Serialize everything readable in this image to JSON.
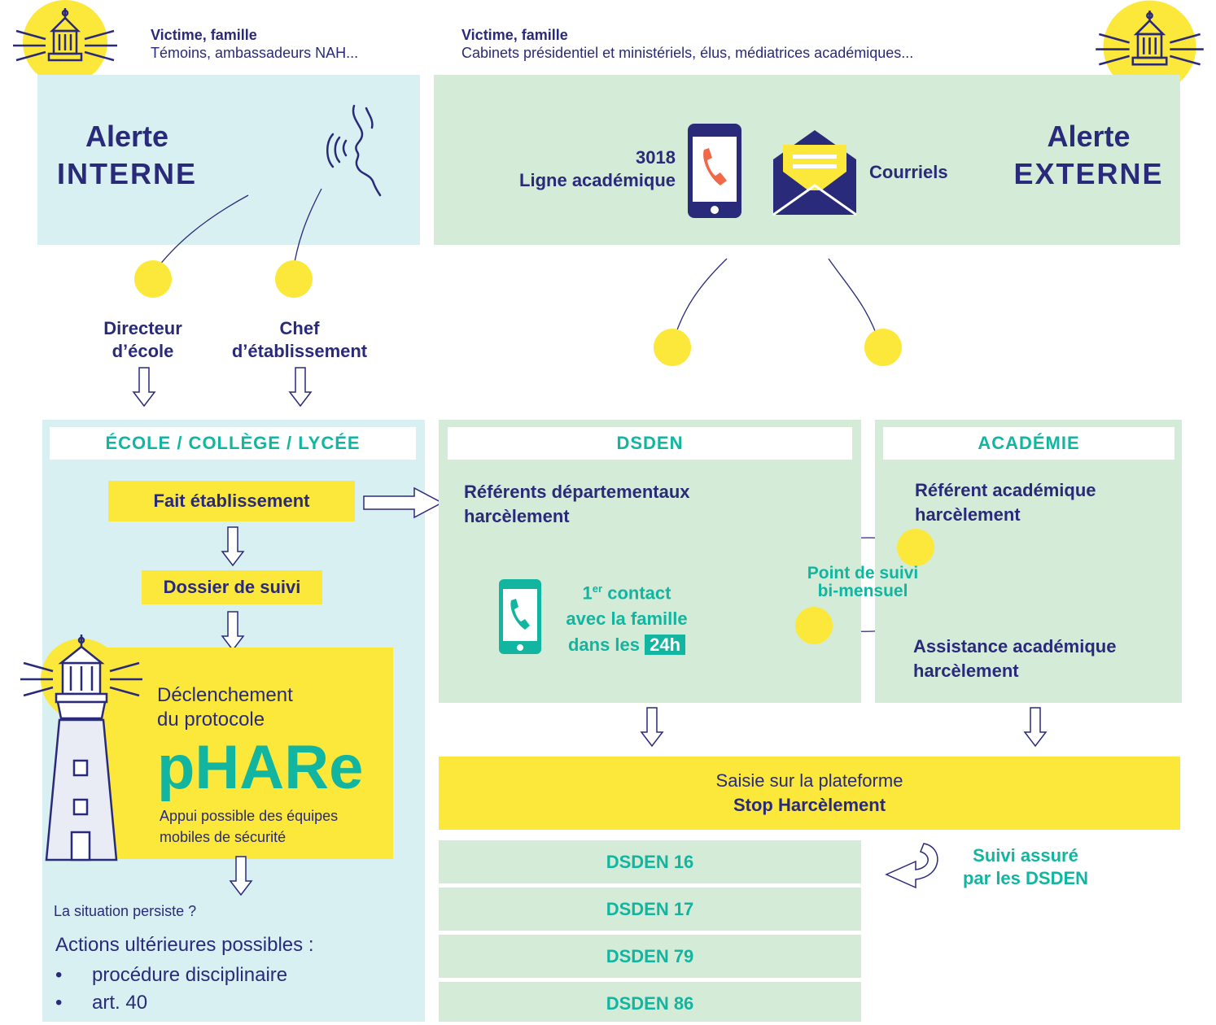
{
  "top_left": {
    "line1": "Victime, famille",
    "line2": "Témoins,  ambassadeurs NAH..."
  },
  "top_right": {
    "line1": "Victime, famille",
    "line2": "Cabinets présidentiel et ministériels, élus, médiatrices académiques..."
  },
  "alerte_interne": {
    "line1": "Alerte",
    "line2": "INTERNE"
  },
  "alerte_externe": {
    "line1": "Alerte",
    "line2": "EXTERNE"
  },
  "ext_phone": {
    "line1": "3018",
    "line2": "Ligne académique"
  },
  "ext_mail": "Courriels",
  "directeur": {
    "line1": "Directeur",
    "line2": "d’école"
  },
  "chef": {
    "line1": "Chef",
    "line2": "d’établissement"
  },
  "school": {
    "header": "ÉCOLE / COLLÈGE / LYCÉE",
    "fait": "Fait établissement",
    "dossier": "Dossier de suivi",
    "decl1": "Déclenchement",
    "decl2": "du protocole",
    "phare": "pHARe",
    "appui1": "Appui possible des équipes",
    "appui2": "mobiles de sécurité",
    "persiste": "La situation persiste ?",
    "actions": "Actions ultérieures possibles :",
    "list": [
      "procédure disciplinaire",
      "art. 40"
    ]
  },
  "dsden": {
    "header": "DSDEN",
    "ref1": "Référents départementaux",
    "ref2": "harcèlement",
    "contact_pre": "1",
    "contact_sup": "er",
    "contact_post": " contact",
    "contact2": "avec la famille",
    "contact3": "dans les",
    "contact_badge": "24h"
  },
  "academie": {
    "header": "ACADÉMIE",
    "ref1": "Référent académique",
    "ref2": "harcèlement",
    "point1": "Point de suivi",
    "point2": "bi-mensuel",
    "assist1": "Assistance académique",
    "assist2": "harcèlement"
  },
  "saisie": {
    "line1": "Saisie sur la plateforme",
    "line2": "Stop Harcèlement"
  },
  "suivi": {
    "line1": "Suivi assuré",
    "line2": "par les DSDEN"
  },
  "dsden_list": [
    "DSDEN 16",
    "DSDEN 17",
    "DSDEN 79",
    "DSDEN 86"
  ],
  "colors": {
    "navy": "#2a2a7a",
    "teal": "#12b5a0",
    "yellow": "#fce83a",
    "light_blue": "#d8f0f1",
    "light_green": "#d4ebd8",
    "phone_red": "#f06a4a"
  }
}
